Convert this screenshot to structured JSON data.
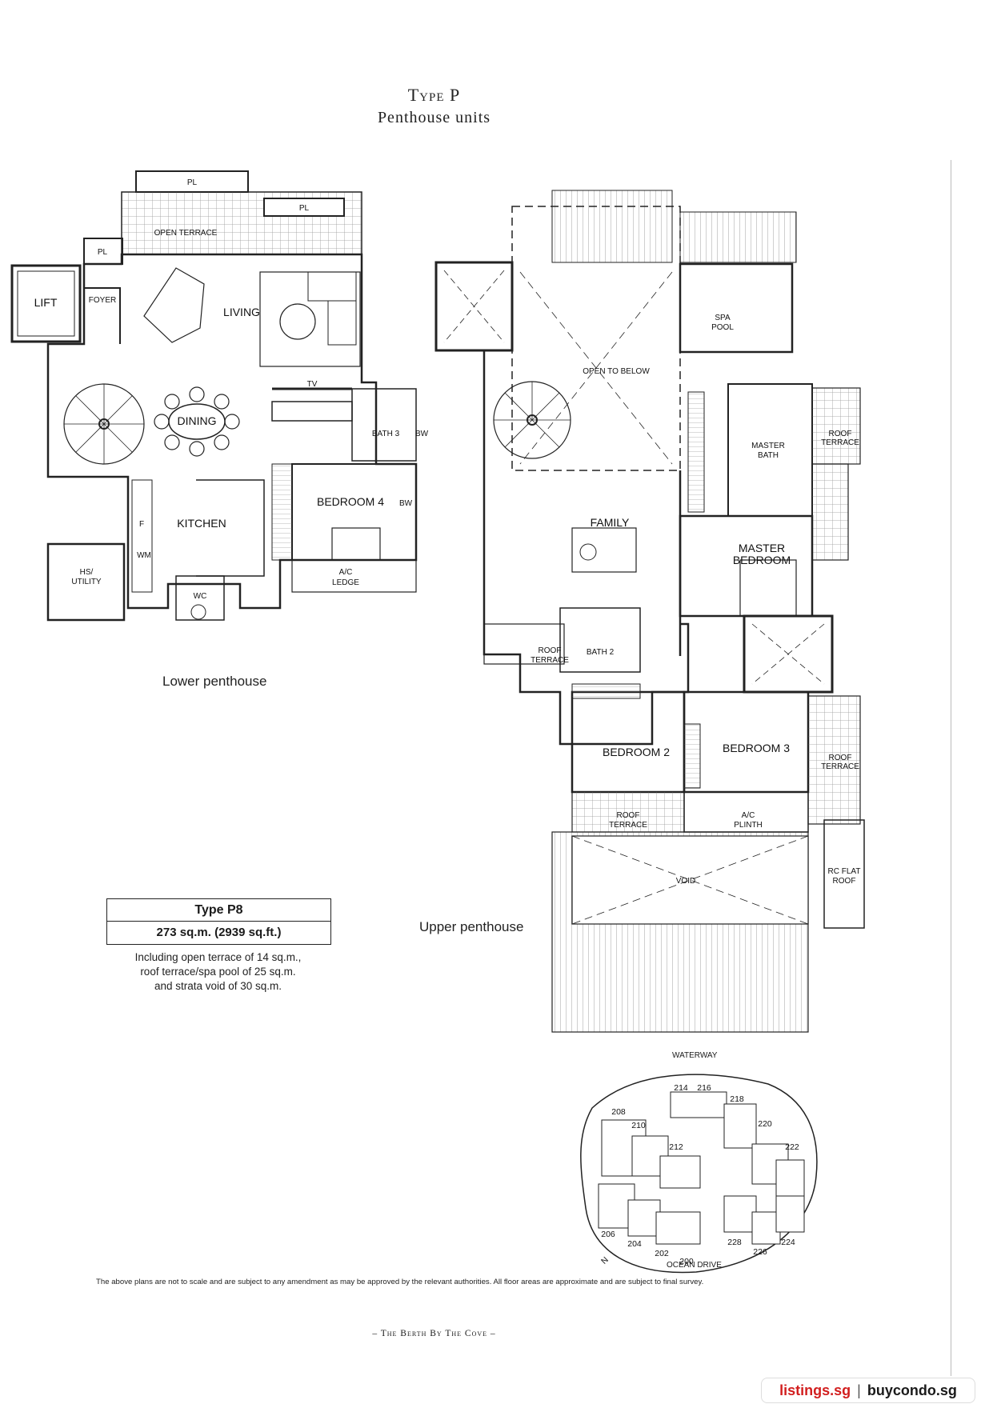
{
  "header": {
    "title": "Type P",
    "subtitle": "Penthouse units"
  },
  "lower": {
    "caption": "Lower penthouse",
    "rooms": {
      "pl1": "PL",
      "pl2": "PL",
      "pl3": "PL",
      "open_terrace": "OPEN TERRACE",
      "lift": "LIFT",
      "foyer": "FOYER",
      "living": "LIVING",
      "dining": "DINING",
      "tv": "TV",
      "bath3": "BATH 3",
      "bw1": "BW",
      "bedroom4": "BEDROOM 4",
      "bw2": "BW",
      "kitchen": "KITCHEN",
      "f": "F",
      "wm": "WM",
      "hs": "HS/",
      "utility": "UTILITY",
      "wc": "WC",
      "ac1": "A/C",
      "ledge": "LEDGE"
    }
  },
  "upper": {
    "caption": "Upper penthouse",
    "rooms": {
      "spa": "SPA",
      "pool": "POOL",
      "open_to_below": "OPEN TO BELOW",
      "master1": "MASTER",
      "bath_m": "BATH",
      "roof1": "ROOF",
      "terrace1": "TERRACE",
      "family": "FAMILY",
      "master2": "MASTER",
      "bedroom_m": "BEDROOM",
      "roof2": "ROOF",
      "terrace2": "TERRACE",
      "bath2": "BATH 2",
      "bedroom2": "BEDROOM 2",
      "bedroom3": "BEDROOM 3",
      "roof3": "ROOF",
      "terrace3": "TERRACE",
      "roof4": "ROOF",
      "terrace4": "TERRACE",
      "ac2": "A/C",
      "plinth": "PLINTH",
      "void": "VOID",
      "rc1": "RC FLAT",
      "rc2": "ROOF"
    }
  },
  "unit": {
    "type": "Type P8",
    "area": "273 sq.m. (2939 sq.ft.)",
    "note1": "Including open terrace of 14 sq.m.,",
    "note2": "roof terrace/spa pool of 25 sq.m.",
    "note3": "and strata void of 30 sq.m."
  },
  "site_plan": {
    "top_label": "WATERWAY",
    "bottom_label": "OCEAN DRIVE",
    "north": "N",
    "blocks": [
      "214",
      "216",
      "218",
      "220",
      "222",
      "208",
      "210",
      "212",
      "206",
      "204",
      "202",
      "200",
      "228",
      "226",
      "224"
    ]
  },
  "disclaimer": "The above plans are not to scale and are subject to any amendment as may be approved by the relevant authorities. All floor areas are approximate and are subject to final survey.",
  "footer": "– The Berth By The Cove –",
  "badge": {
    "left": "listings.sg",
    "sep": "|",
    "right": "buycondo.sg"
  }
}
